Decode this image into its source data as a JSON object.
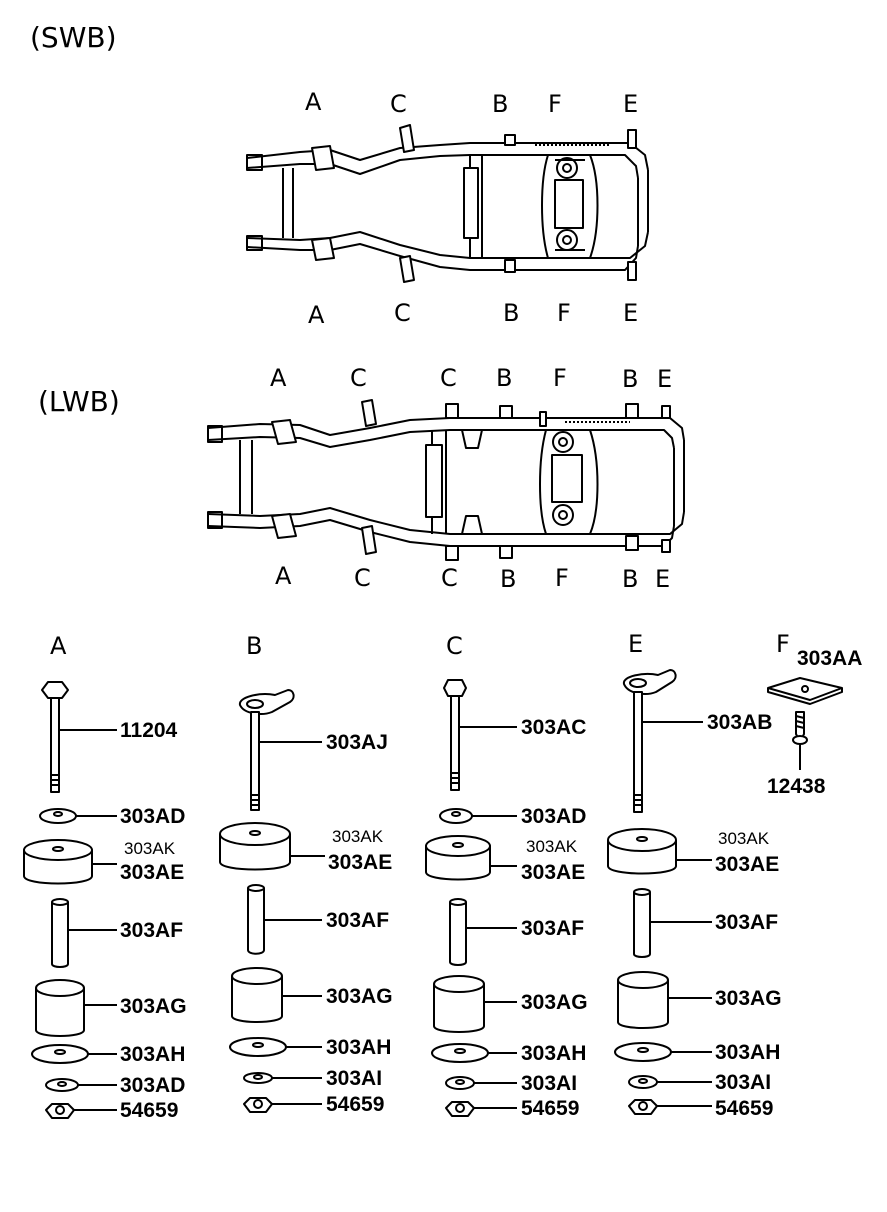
{
  "swb": {
    "title": "(SWB)",
    "top_labels": [
      "A",
      "C",
      "B",
      "F",
      "E"
    ],
    "bottom_labels": [
      "A",
      "C",
      "B",
      "F",
      "E"
    ]
  },
  "lwb": {
    "title": "(LWB)",
    "top_labels": [
      "A",
      "C",
      "C",
      "B",
      "F",
      "B",
      "E"
    ],
    "bottom_labels": [
      "A",
      "C",
      "C",
      "B",
      "F",
      "B",
      "E"
    ]
  },
  "mounts": {
    "A": {
      "label": "A",
      "bolt": "11204",
      "washer_top": "303AD",
      "cushion_alt": "303AK",
      "cushion": "303AE",
      "sleeve": "303AF",
      "lower_cushion": "303AG",
      "plate": "303AH",
      "washer_bottom": "303AD",
      "nut": "54659"
    },
    "B": {
      "label": "B",
      "bolt": "303AJ",
      "cushion_alt": "303AK",
      "cushion": "303AE",
      "sleeve": "303AF",
      "lower_cushion": "303AG",
      "plate": "303AH",
      "washer_bottom": "303AI",
      "nut": "54659"
    },
    "C": {
      "label": "C",
      "bolt": "303AC",
      "washer_top": "303AD",
      "cushion_alt": "303AK",
      "cushion": "303AE",
      "sleeve": "303AF",
      "lower_cushion": "303AG",
      "plate": "303AH",
      "washer_bottom": "303AI",
      "nut": "54659"
    },
    "E": {
      "label": "E",
      "bolt": "303AB",
      "cushion_alt": "303AK",
      "cushion": "303AE",
      "sleeve": "303AF",
      "lower_cushion": "303AG",
      "plate": "303AH",
      "washer_bottom": "303AI",
      "nut": "54659"
    },
    "F": {
      "label": "F",
      "pad": "303AA",
      "screw": "12438"
    }
  }
}
